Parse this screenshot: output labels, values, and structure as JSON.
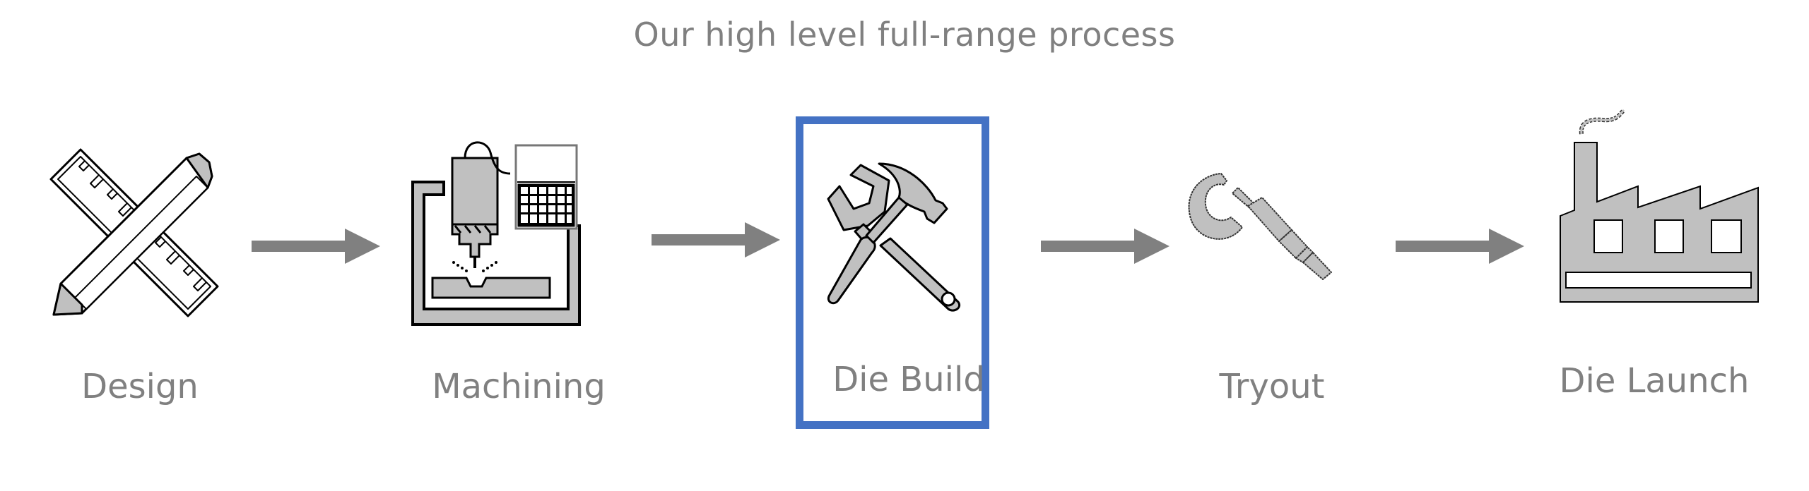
{
  "title": "Our high level full-range process",
  "colors": {
    "text": "#808080",
    "arrow": "#808080",
    "highlight": "#4472C4",
    "icon_fill": "#C0C0C0",
    "icon_stroke": "#000000"
  },
  "highlighted_step": "Die Build",
  "steps": [
    {
      "label": "Design",
      "icon": "pencil-ruler-icon"
    },
    {
      "label": "Machining",
      "icon": "cnc-machine-icon"
    },
    {
      "label": "Die Build",
      "icon": "wrench-hammer-icon"
    },
    {
      "label": "Tryout",
      "icon": "micrometer-icon"
    },
    {
      "label": "Die Launch",
      "icon": "factory-icon"
    }
  ],
  "arrows": [
    {
      "from": "Design",
      "to": "Machining",
      "icon": "arrow-right-icon"
    },
    {
      "from": "Machining",
      "to": "Die Build",
      "icon": "arrow-right-icon"
    },
    {
      "from": "Die Build",
      "to": "Tryout",
      "icon": "arrow-right-icon"
    },
    {
      "from": "Tryout",
      "to": "Die Launch",
      "icon": "arrow-right-icon"
    }
  ]
}
